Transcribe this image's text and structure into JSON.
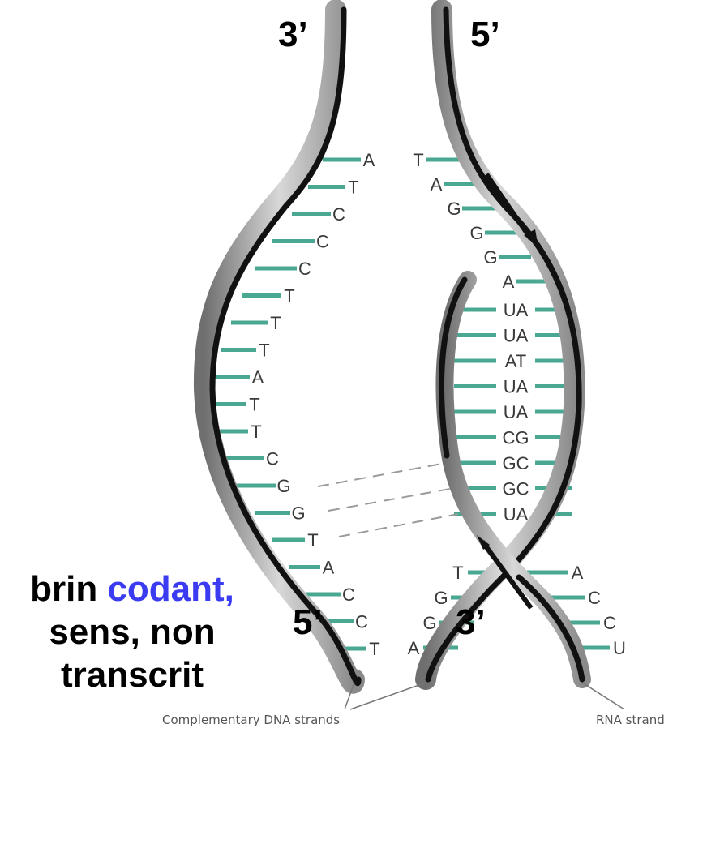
{
  "labels": {
    "top_left": "3’",
    "top_right": "5’",
    "bottom_left": "5’",
    "bottom_right": "3’"
  },
  "side_note": {
    "word_1": "brin",
    "word_2": "codant,",
    "line_2": "sens, non",
    "line_3": "transcrit",
    "accent_color": "#3b3bf2"
  },
  "captions": {
    "dna": "Complementary DNA strands",
    "rna": "RNA strand"
  },
  "coding_strand_bases": [
    "A",
    "T",
    "C",
    "C",
    "C",
    "T",
    "T",
    "T",
    "A",
    "T",
    "T",
    "C",
    "G",
    "G",
    "T",
    "A",
    "C",
    "C",
    "T"
  ],
  "template_strand_bases": [
    "T",
    "A",
    "G",
    "G",
    "G",
    "A"
  ],
  "hybrid_pairs": [
    "UA",
    "UA",
    "AT",
    "UA",
    "UA",
    "CG",
    "GC",
    "GC",
    "UA"
  ],
  "lower_template_bases": [
    "T",
    "G",
    "G",
    "A"
  ],
  "rna_tail_bases": [
    "A",
    "C",
    "C",
    "U"
  ],
  "colors": {
    "base_rung": "#4aa892",
    "backbone_dark": "#111111",
    "backbone_ribbon": "#b8b8b8",
    "hybrid_link": "#9a9a9a"
  }
}
